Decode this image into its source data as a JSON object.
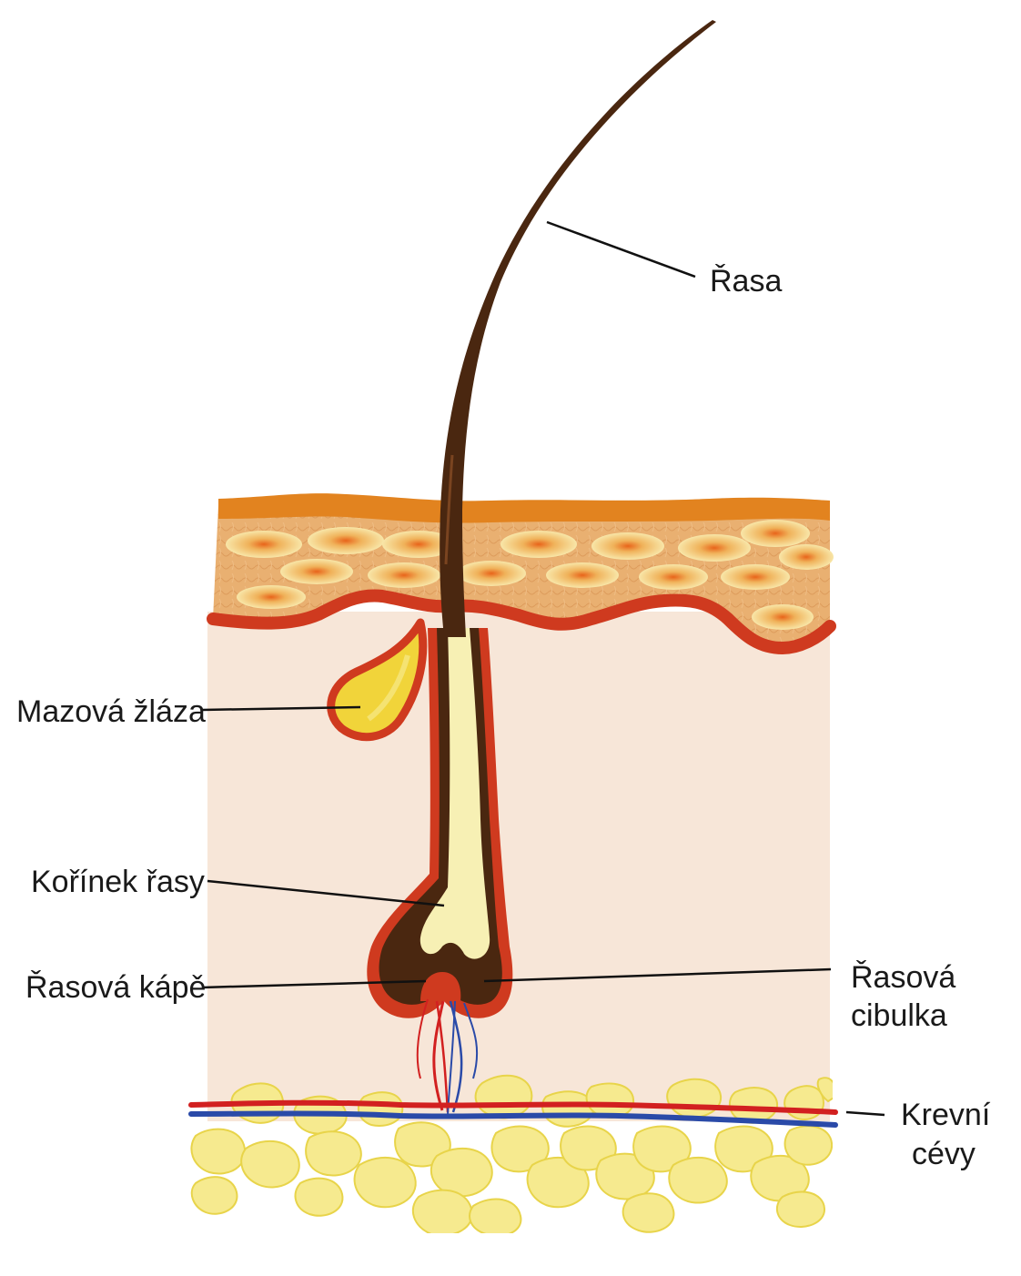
{
  "labels": {
    "rasa": "Řasa",
    "mazova_zlaza": "Mazová žláza",
    "korinek_rasy": "Kořínek řasy",
    "rasova_kape": "Řasová kápě",
    "rasova_cibulka_1": "Řasová",
    "rasova_cibulka_2": "cibulka",
    "krevni_cevy_1": "Krevní",
    "krevni_cevy_2": "cévy"
  },
  "colors": {
    "epidermis_top": "#e2831f",
    "epidermis": "#e9b071",
    "dermis": "#f7e6d8",
    "border_red": "#cf3a1f",
    "hair": "#4a2710",
    "root_cream": "#f7f0b4",
    "gland": "#f1d43a",
    "fat": "#f6ea8f",
    "artery": "#d22020",
    "vein": "#2a4aa8"
  }
}
